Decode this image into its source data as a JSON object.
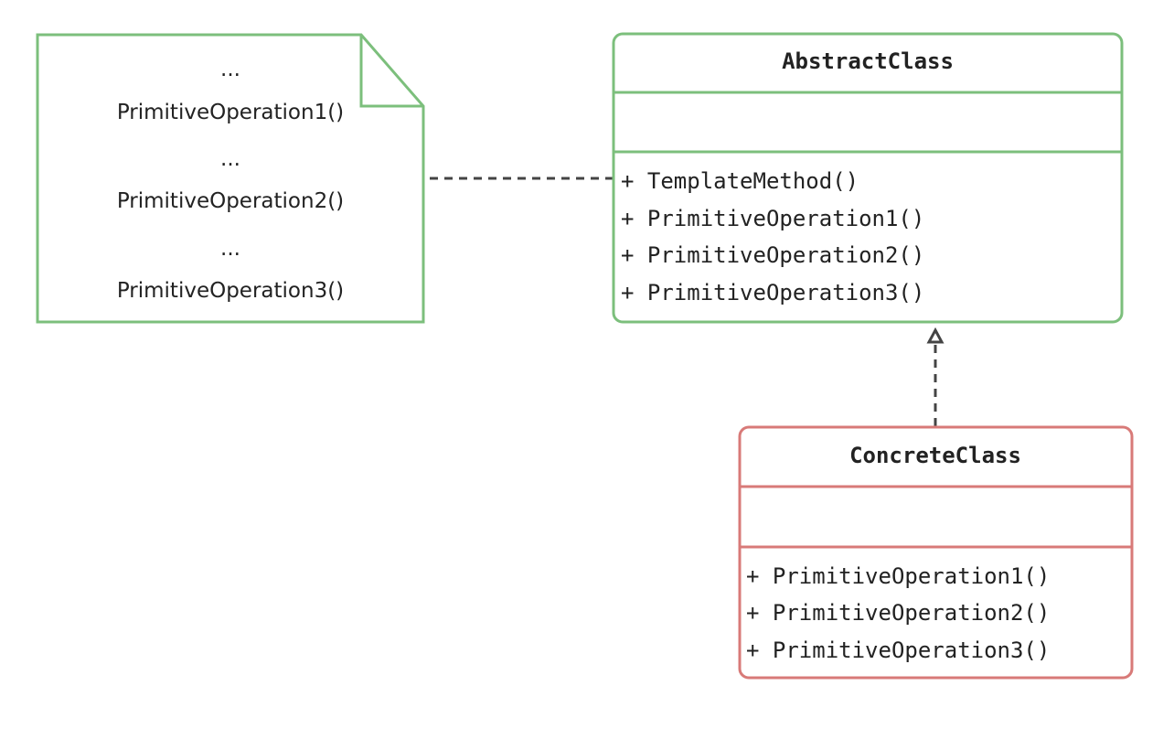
{
  "note": {
    "lines": [
      "...",
      "PrimitiveOperation1()",
      "...",
      "PrimitiveOperation2()",
      "...",
      "PrimitiveOperation3()"
    ]
  },
  "abstract_class": {
    "title": "AbstractClass",
    "operations": [
      "+ TemplateMethod()",
      "+ PrimitiveOperation1()",
      "+ PrimitiveOperation2()",
      "+ PrimitiveOperation3()"
    ]
  },
  "concrete_class": {
    "title": "ConcreteClass",
    "operations": [
      "+ PrimitiveOperation1()",
      "+ PrimitiveOperation2()",
      "+ PrimitiveOperation3()"
    ]
  },
  "colors": {
    "green": "#7cbf7c",
    "red": "#d87a78",
    "connector": "#444444",
    "text": "#222222"
  }
}
